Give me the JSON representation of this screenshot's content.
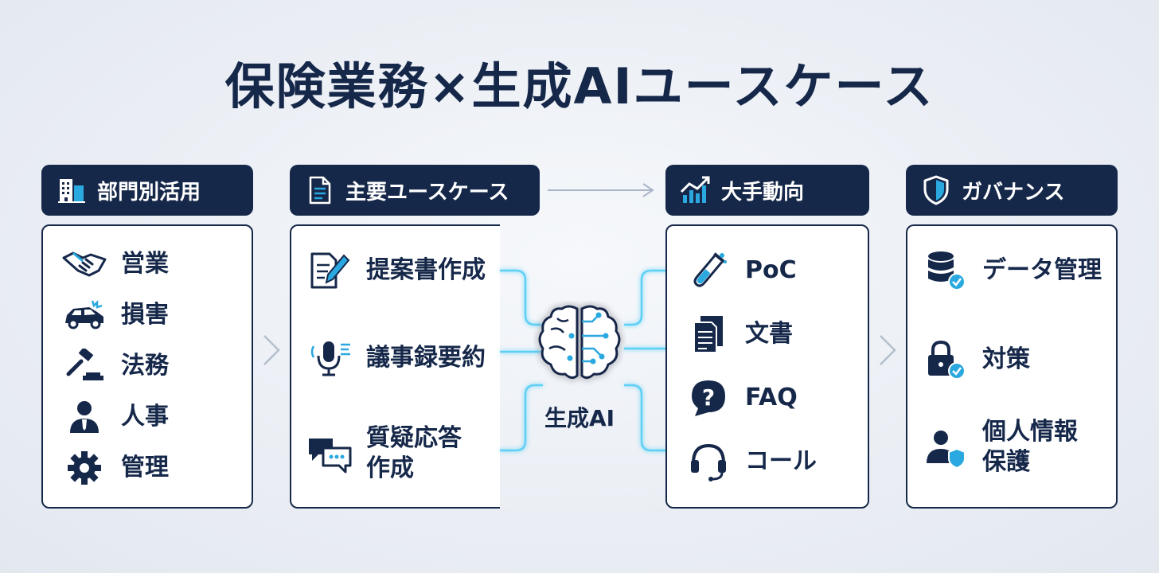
{
  "title": "保険業務×生成AIユースケース",
  "columns": [
    {
      "header": "部門別活用",
      "header_icon": "building-icon",
      "items": [
        {
          "label": "営業",
          "icon": "handshake-icon"
        },
        {
          "label": "損害",
          "icon": "car-crash-icon"
        },
        {
          "label": "法務",
          "icon": "gavel-icon"
        },
        {
          "label": "人事",
          "icon": "person-tie-icon"
        },
        {
          "label": "管理",
          "icon": "gear-icon"
        }
      ]
    },
    {
      "header": "主要ユースケース",
      "header_icon": "document-icon",
      "items": [
        {
          "label": "提案書作成",
          "icon": "document-pen-icon"
        },
        {
          "label": "議事録要約",
          "icon": "microphone-icon"
        },
        {
          "label": "質疑応答\n作成",
          "icon": "chat-bubbles-icon"
        }
      ]
    },
    {
      "header": "大手動向",
      "header_icon": "trend-chart-icon",
      "items": [
        {
          "label": "PoC",
          "icon": "test-tube-icon"
        },
        {
          "label": "文書",
          "icon": "documents-icon"
        },
        {
          "label": "FAQ",
          "icon": "question-bubble-icon"
        },
        {
          "label": "コール",
          "icon": "headset-icon"
        }
      ]
    },
    {
      "header": "ガバナンス",
      "header_icon": "shield-icon",
      "items": [
        {
          "label": "データ管理",
          "icon": "database-check-icon"
        },
        {
          "label": "対策",
          "icon": "lock-check-icon"
        },
        {
          "label": "個人情報\n保護",
          "icon": "user-shield-icon"
        }
      ]
    }
  ],
  "center": {
    "label": "生成AI",
    "icon": "brain-circuit-icon"
  },
  "colors": {
    "navy": "#16284a",
    "accent": "#2aa8e0",
    "glow": "#5fd0f5"
  }
}
